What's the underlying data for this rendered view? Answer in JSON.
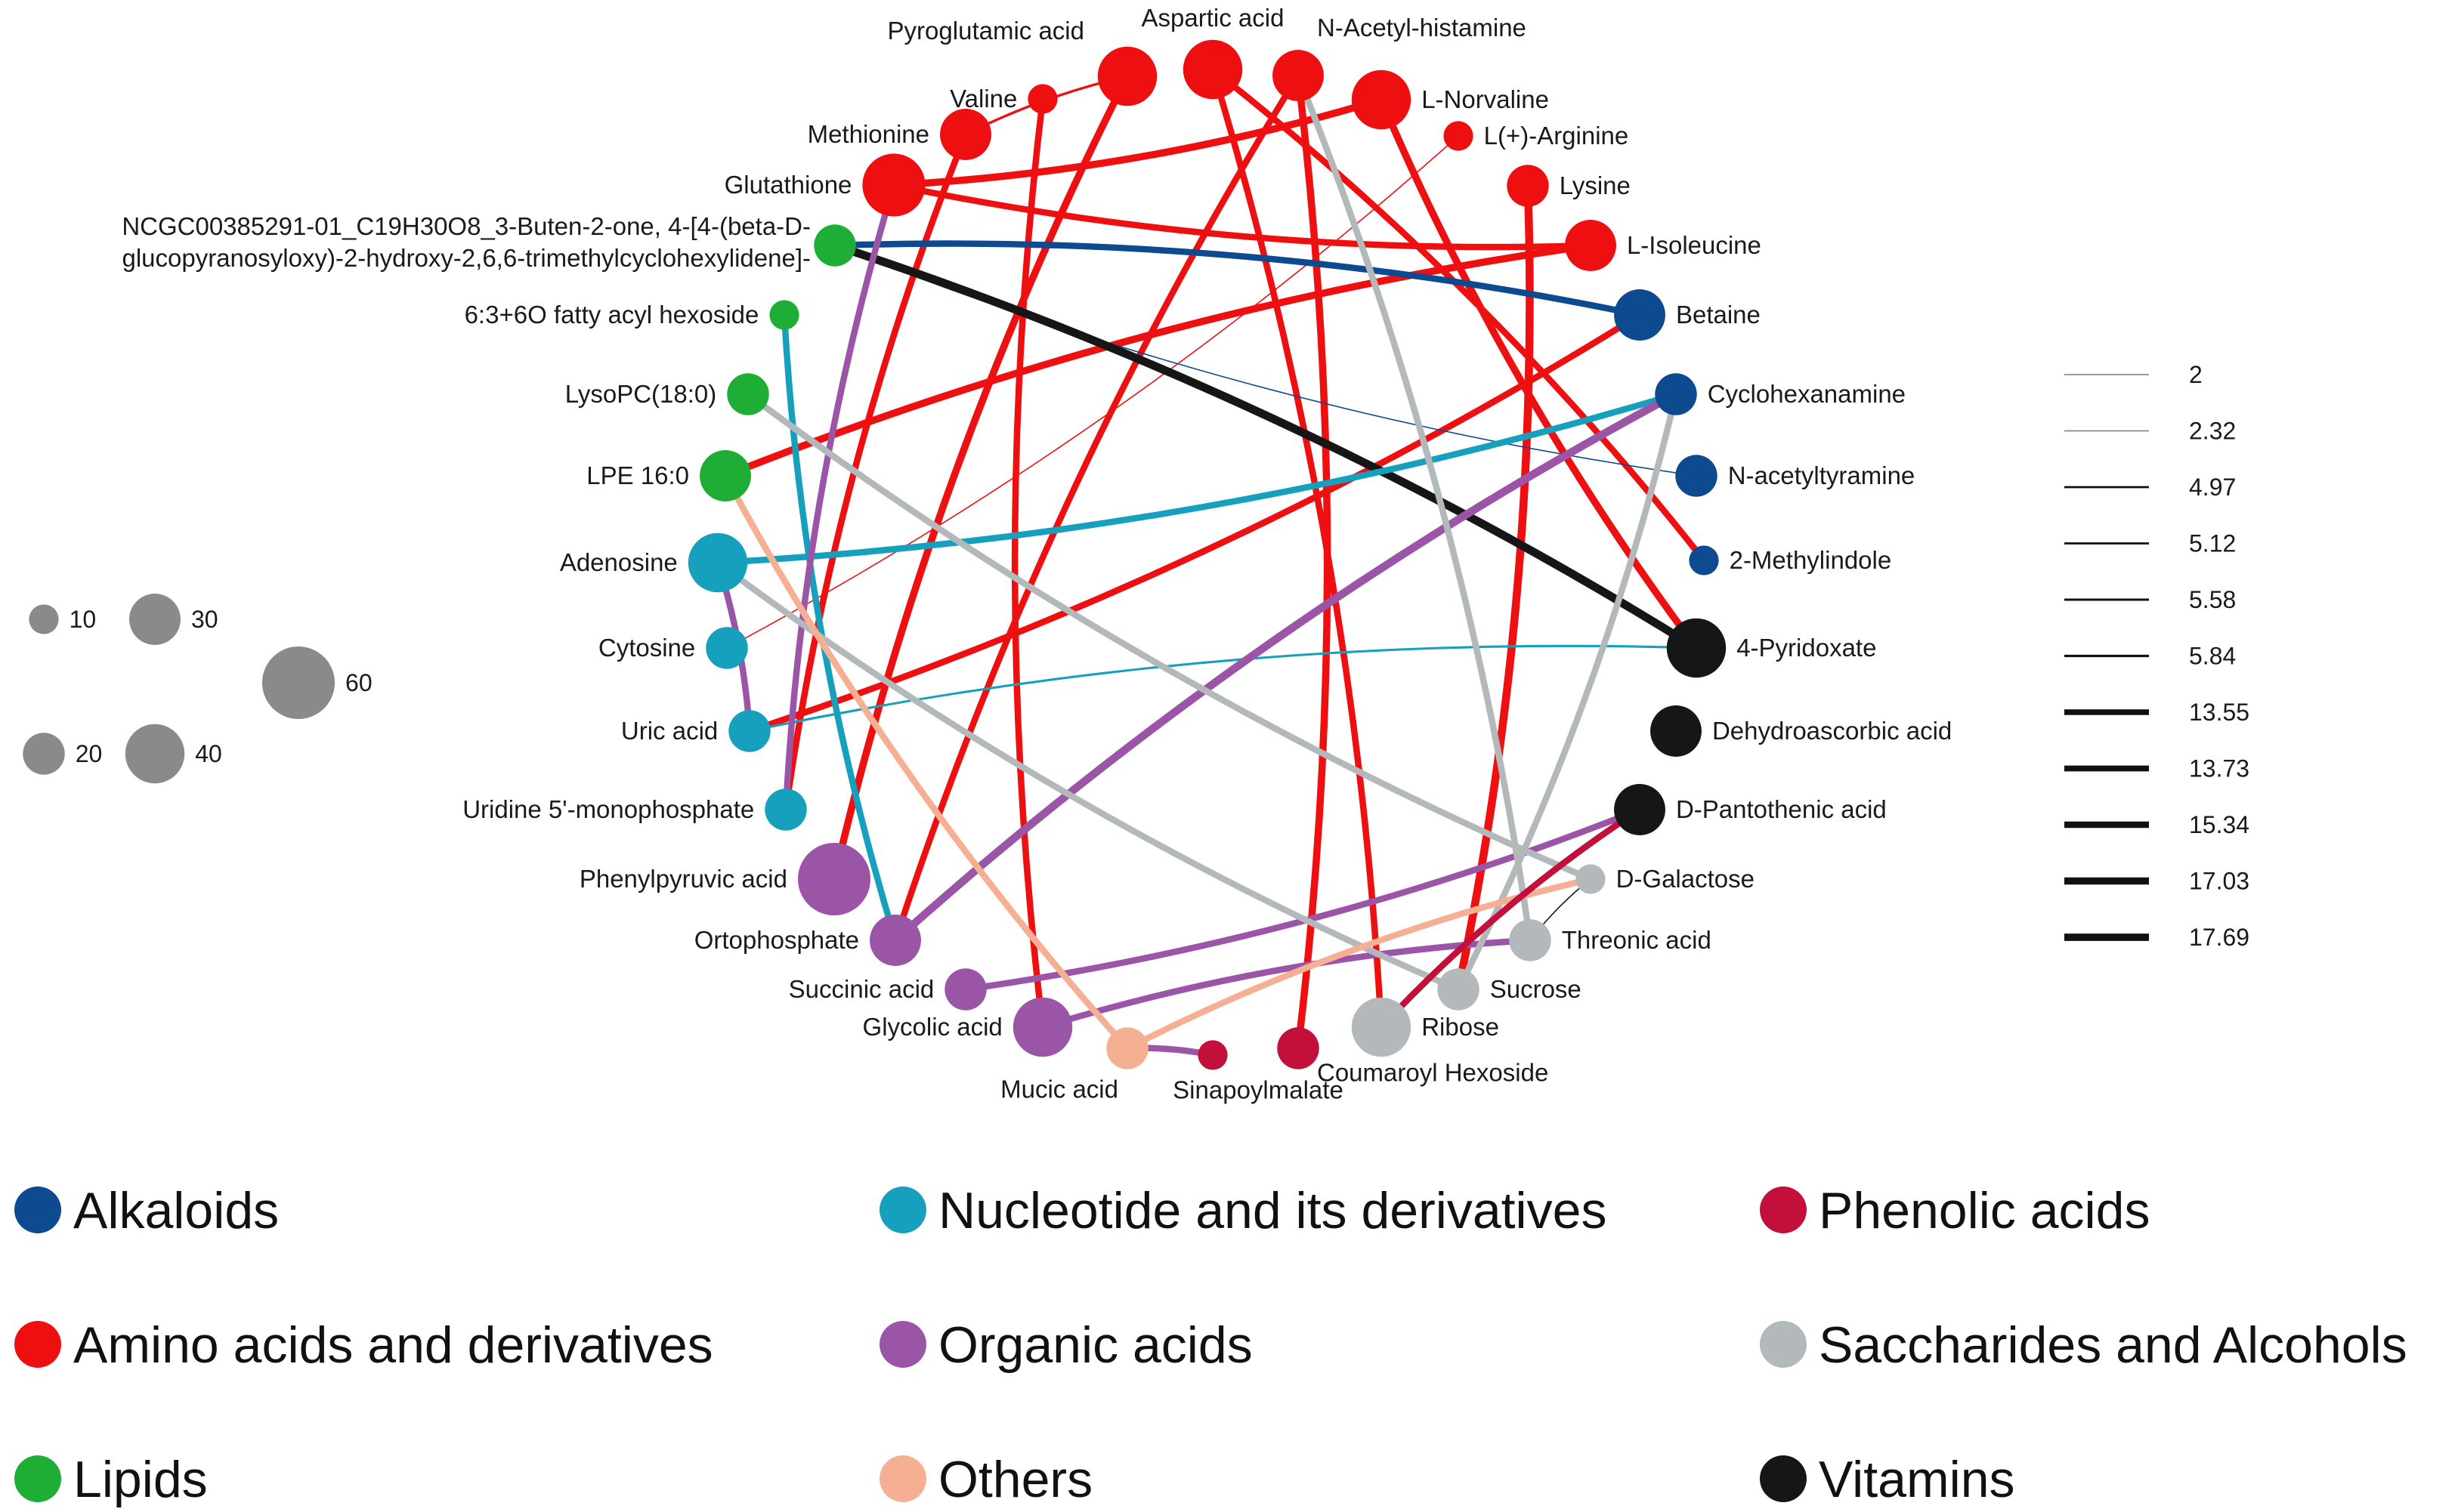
{
  "colors": {
    "Alkaloids": "#0d4a8f",
    "Amino acids and derivatives": "#ee1010",
    "Lipids": "#1fae35",
    "Nucleotide and its derivatives": "#17a0bd",
    "Organic acids": "#9b55a6",
    "Others": "#f5b094",
    "Phenolic acids": "#c2103a",
    "Saccharides and Alcohols": "#b3b9bb",
    "Vitamins": "#161616",
    "Size legend": "#8a8a8a"
  },
  "nodes": [
    {
      "id": "aspartic",
      "label": "Aspartic acid",
      "class": "Amino acids and derivatives",
      "size": 40
    },
    {
      "id": "pyroglutamic",
      "label": "Pyroglutamic acid",
      "class": "Amino acids and derivatives",
      "size": 40
    },
    {
      "id": "nacetylhistamine",
      "label": "N-Acetyl-histamine",
      "class": "Amino acids and derivatives",
      "size": 30
    },
    {
      "id": "valine",
      "label": "Valine",
      "class": "Amino acids and derivatives",
      "size": 10
    },
    {
      "id": "norvaline",
      "label": "L-Norvaline",
      "class": "Amino acids and derivatives",
      "size": 40
    },
    {
      "id": "methionine",
      "label": "Methionine",
      "class": "Amino acids and derivatives",
      "size": 30
    },
    {
      "id": "arginine",
      "label": "L(+)-Arginine",
      "class": "Amino acids and derivatives",
      "size": 10
    },
    {
      "id": "glutathione",
      "label": "Glutathione",
      "class": "Amino acids and derivatives",
      "size": 45
    },
    {
      "id": "lysine",
      "label": "Lysine",
      "class": "Amino acids and derivatives",
      "size": 20
    },
    {
      "id": "isoleucine",
      "label": "L-Isoleucine",
      "class": "Amino acids and derivatives",
      "size": 30
    },
    {
      "id": "ncgc",
      "label_lines": [
        "NCGC00385291-01_C19H30O8_3-Buten-2-one, 4-[4-(beta-D-",
        "glucopyranosyloxy)-2-hydroxy-2,6,6-trimethylcyclohexylidene]-"
      ],
      "class": "Lipids",
      "size": 20
    },
    {
      "id": "fattyacyl",
      "label": "6:3+6O fatty acyl hexoside",
      "class": "Lipids",
      "size": 10
    },
    {
      "id": "betaine",
      "label": "Betaine",
      "class": "Alkaloids",
      "size": 30
    },
    {
      "id": "cyclohexanamine",
      "label": "Cyclohexanamine",
      "class": "Alkaloids",
      "size": 20
    },
    {
      "id": "lysopc",
      "label": "LysoPC(18:0)",
      "class": "Lipids",
      "size": 20
    },
    {
      "id": "nacetyltyramine",
      "label": "N-acetyltyramine",
      "class": "Alkaloids",
      "size": 20
    },
    {
      "id": "lpe",
      "label": "LPE 16:0",
      "class": "Lipids",
      "size": 30
    },
    {
      "id": "methylindole",
      "label": "2-Methylindole",
      "class": "Alkaloids",
      "size": 10
    },
    {
      "id": "adenosine",
      "label": "Adenosine",
      "class": "Nucleotide and its derivatives",
      "size": 40
    },
    {
      "id": "pyridoxate",
      "label": "4-Pyridoxate",
      "class": "Vitamins",
      "size": 40
    },
    {
      "id": "cytosine",
      "label": "Cytosine",
      "class": "Nucleotide and its derivatives",
      "size": 20
    },
    {
      "id": "dehydroascorbic",
      "label": "Dehydroascorbic acid",
      "class": "Vitamins",
      "size": 30
    },
    {
      "id": "uric",
      "label": "Uric acid",
      "class": "Nucleotide and its derivatives",
      "size": 20
    },
    {
      "id": "pantothenic",
      "label": "D-Pantothenic acid",
      "class": "Vitamins",
      "size": 30
    },
    {
      "id": "ump",
      "label": "Uridine 5'-monophosphate",
      "class": "Nucleotide and its derivatives",
      "size": 20
    },
    {
      "id": "phenylpyruvic",
      "label": "Phenylpyruvic acid",
      "class": "Organic acids",
      "size": 60
    },
    {
      "id": "galactose",
      "label": "D-Galactose",
      "class": "Saccharides and Alcohols",
      "size": 10
    },
    {
      "id": "ortophosphate",
      "label": "Ortophosphate",
      "class": "Organic acids",
      "size": 30
    },
    {
      "id": "threonic",
      "label": "Threonic acid",
      "class": "Saccharides and Alcohols",
      "size": 20
    },
    {
      "id": "succinic",
      "label": "Succinic acid",
      "class": "Organic acids",
      "size": 20
    },
    {
      "id": "sucrose",
      "label": "Sucrose",
      "class": "Saccharides and Alcohols",
      "size": 20
    },
    {
      "id": "glycolic",
      "label": "Glycolic acid",
      "class": "Organic acids",
      "size": 40
    },
    {
      "id": "ribose",
      "label": "Ribose",
      "class": "Saccharides and Alcohols",
      "size": 40
    },
    {
      "id": "mucic",
      "label": "Mucic acid",
      "class": "Others",
      "size": 20
    },
    {
      "id": "coumaroyl",
      "label": "Coumaroyl Hexoside",
      "class": "Phenolic acids",
      "size": 20
    },
    {
      "id": "sinapoylmalate",
      "label": "Sinapoylmalate",
      "class": "Phenolic acids",
      "size": 10
    }
  ],
  "edges": [
    {
      "from": "glutathione",
      "to": "norvaline",
      "class": "Amino acids and derivatives",
      "weight": 15.34
    },
    {
      "from": "methionine",
      "to": "pyroglutamic",
      "class": "Amino acids and derivatives",
      "weight": 5.58
    },
    {
      "from": "pyroglutamic",
      "to": "phenylpyruvic",
      "class": "Amino acids and derivatives",
      "weight": 15.34
    },
    {
      "from": "nacetylhistamine",
      "to": "coumaroyl",
      "class": "Amino acids and derivatives",
      "weight": 15.34
    },
    {
      "from": "norvaline",
      "to": "pyridoxate",
      "class": "Amino acids and derivatives",
      "weight": 15.34
    },
    {
      "from": "lysine",
      "to": "sucrose",
      "class": "Amino acids and derivatives",
      "weight": 17.03
    },
    {
      "from": "isoleucine",
      "to": "lpe",
      "class": "Amino acids and derivatives",
      "weight": 15.34
    },
    {
      "from": "betaine",
      "to": "uric",
      "class": "Amino acids and derivatives",
      "weight": 13.73
    },
    {
      "from": "methionine",
      "to": "ump",
      "class": "Amino acids and derivatives",
      "weight": 13.73
    },
    {
      "from": "aspartic",
      "to": "ribose",
      "class": "Amino acids and derivatives",
      "weight": 13.73
    },
    {
      "from": "valine",
      "to": "glycolic",
      "class": "Amino acids and derivatives",
      "weight": 13.73
    },
    {
      "from": "arginine",
      "to": "cytosine",
      "class": "Amino acids and derivatives",
      "weight": 2.32
    },
    {
      "from": "glutathione",
      "to": "isoleucine",
      "class": "Amino acids and derivatives",
      "weight": 13.55
    },
    {
      "from": "aspartic",
      "to": "methylindole",
      "class": "Amino acids and derivatives",
      "weight": 13.55
    },
    {
      "from": "nacetylhistamine",
      "to": "ortophosphate",
      "class": "Amino acids and derivatives",
      "weight": 13.55
    },
    {
      "from": "ncgc",
      "to": "betaine",
      "class": "Alkaloids",
      "weight": 13.55
    },
    {
      "from": "ncgc",
      "to": "nacetyltyramine",
      "class": "Alkaloids",
      "weight": 2.32
    },
    {
      "from": "ncgc",
      "to": "pyridoxate",
      "class": "Vitamins",
      "weight": 17.69
    },
    {
      "from": "adenosine",
      "to": "cyclohexanamine",
      "class": "Nucleotide and its derivatives",
      "weight": 13.55
    },
    {
      "from": "uric",
      "to": "pyridoxate",
      "class": "Nucleotide and its derivatives",
      "weight": 4.97
    },
    {
      "from": "fattyacyl",
      "to": "ortophosphate",
      "class": "Nucleotide and its derivatives",
      "weight": 13.55
    },
    {
      "from": "ortophosphate",
      "to": "cyclohexanamine",
      "class": "Organic acids",
      "weight": 17.03
    },
    {
      "from": "succinic",
      "to": "pantothenic",
      "class": "Organic acids",
      "weight": 13.55
    },
    {
      "from": "glycolic",
      "to": "threonic",
      "class": "Organic acids",
      "weight": 13.55
    },
    {
      "from": "glutathione",
      "to": "ump",
      "class": "Organic acids",
      "weight": 13.55
    },
    {
      "from": "adenosine",
      "to": "uric",
      "class": "Organic acids",
      "weight": 13.55
    },
    {
      "from": "lysopc",
      "to": "galactose",
      "class": "Saccharides and Alcohols",
      "weight": 13.73
    },
    {
      "from": "nacetylhistamine",
      "to": "threonic",
      "class": "Saccharides and Alcohols",
      "weight": 13.73
    },
    {
      "from": "adenosine",
      "to": "sucrose",
      "class": "Saccharides and Alcohols",
      "weight": 13.55
    },
    {
      "from": "cyclohexanamine",
      "to": "sucrose",
      "class": "Saccharides and Alcohols",
      "weight": 13.55
    },
    {
      "from": "lpe",
      "to": "mucic",
      "class": "Others",
      "weight": 13.73
    },
    {
      "from": "mucic",
      "to": "galactose",
      "class": "Others",
      "weight": 13.55
    },
    {
      "from": "pantothenic",
      "to": "ribose",
      "class": "Phenolic acids",
      "weight": 13.55
    },
    {
      "from": "mucic",
      "to": "sinapoylmalate",
      "class": "Organic acids",
      "weight": 13.55
    },
    {
      "from": "galactose",
      "to": "threonic",
      "class": "Vitamins",
      "weight": 2
    }
  ],
  "edge_width_legend": [
    "2",
    "2.32",
    "4.97",
    "5.12",
    "5.58",
    "5.84",
    "13.55",
    "13.73",
    "15.34",
    "17.03",
    "17.69"
  ],
  "node_size_legend": [
    "10",
    "20",
    "30",
    "40",
    "60"
  ],
  "class_legend": [
    "Alkaloids",
    "Amino acids and derivatives",
    "Lipids",
    "Nucleotide and its derivatives",
    "Organic acids",
    "Others",
    "Phenolic acids",
    "Saccharides and Alcohols",
    "Vitamins"
  ]
}
